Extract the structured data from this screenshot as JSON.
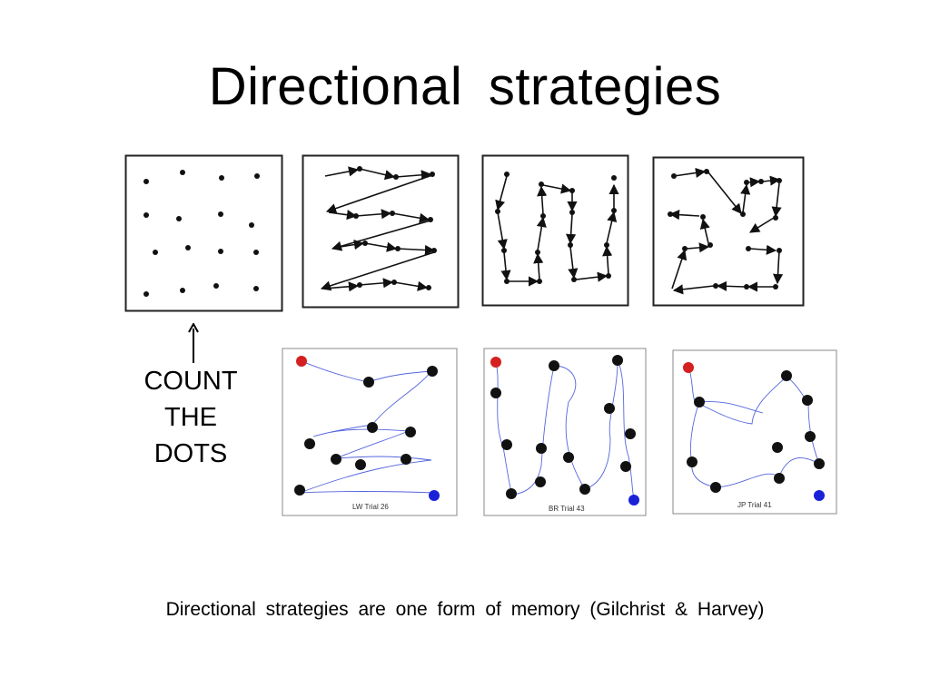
{
  "slide": {
    "title": "Directional  strategies",
    "count_label": "COUNT\nTHE\nDOTS",
    "caption": "Directional  strategies  are  one  form  of  memory  (Gilchrist & Harvey)"
  },
  "trials": [
    {
      "label": "LW  Trial 26"
    },
    {
      "label": "BR  Trial 43"
    },
    {
      "label": "JP  Trial 41"
    }
  ],
  "colors": {
    "start_dot": "#d42020",
    "end_dot": "#1a22d8",
    "trace": "#5566dd",
    "dot": "#111111"
  }
}
